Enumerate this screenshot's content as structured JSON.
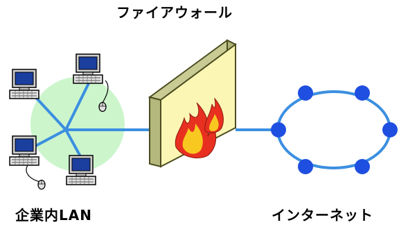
{
  "labels": {
    "firewall": "ファイアウォール",
    "lan": "企業内LAN",
    "internet": "インターネット"
  },
  "colors": {
    "lan_area": "#ccf5cc",
    "link": "#3b8fe0",
    "node": "#1f4fe0",
    "wall_face": "#fcf6b4",
    "wall_side": "#b4b87c",
    "flame_outer": "#e83020",
    "flame_inner": "#f8c820"
  },
  "icons": [
    "computer-icon",
    "mouse-icon",
    "flame-icon"
  ]
}
